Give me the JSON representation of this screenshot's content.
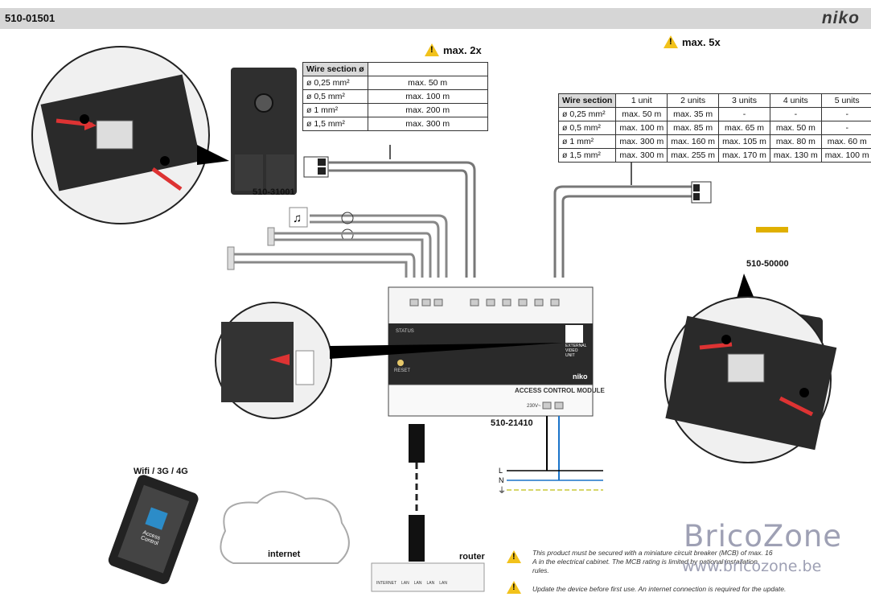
{
  "header": {
    "code": "510-01501",
    "brand": "niko"
  },
  "table_left": {
    "warning": "max. 2x",
    "rows": [
      [
        "Wire section ø",
        ""
      ],
      [
        "ø 0,25 mm²",
        "max. 50 m"
      ],
      [
        "ø 0,5 mm²",
        "max. 100 m"
      ],
      [
        "ø 1 mm²",
        "max. 200 m"
      ],
      [
        "ø 1,5 mm²",
        "max. 300 m"
      ]
    ]
  },
  "table_right": {
    "warning": "max. 5x",
    "units": [
      "1 unit",
      "2 units",
      "3 units",
      "4 units",
      "5 units"
    ],
    "header": "Wire section",
    "rows": [
      [
        "ø 0,25 mm²",
        "max. 50 m",
        "max. 35 m",
        "-",
        "-",
        "-"
      ],
      [
        "ø 0,5 mm²",
        "max. 100 m",
        "max. 85 m",
        "max. 65 m",
        "max. 50 m",
        "-"
      ],
      [
        "ø 1 mm²",
        "max. 300 m",
        "max. 160 m",
        "max. 105 m",
        "max. 80 m",
        "max. 60 m"
      ],
      [
        "ø 1,5 mm²",
        "max. 300 m",
        "max. 255 m",
        "max. 170 m",
        "max. 130 m",
        "max. 100 m"
      ]
    ]
  },
  "devices": {
    "door_station": "510-31001",
    "indoor_monitor": "510-50000",
    "module": "510-21410",
    "module_title": "ACCESS CONTROL MODULE",
    "module_brand": "niko",
    "status": "STATUS",
    "reset": "RESET",
    "external_video_unit": "EXTERNAL VIDEO UNIT",
    "voltage": "230V~"
  },
  "network": {
    "phone_label": "Wifi / 3G / 4G",
    "app_name": "Access Control",
    "internet": "internet",
    "router": "router",
    "ports": [
      "INTERNET",
      "LAN",
      "LAN",
      "LAN",
      "LAN"
    ]
  },
  "mains": {
    "L": "L",
    "N": "N"
  },
  "notes": {
    "mcb": "This product must be secured with a miniature circuit breaker (MCB) of max. 16 A in the electrical cabinet. The MCB rating is limited by national installation rules.",
    "update": "Update the device before first use. An internet connection is required for the update."
  },
  "watermark": {
    "name": "BricoZone",
    "url": "www.bricozone.be"
  },
  "colors": {
    "yellow_warning": "#f2c21b",
    "brown_live": "#000000",
    "blue_neutral": "#1a73c9",
    "earth": "#c8c83a"
  }
}
